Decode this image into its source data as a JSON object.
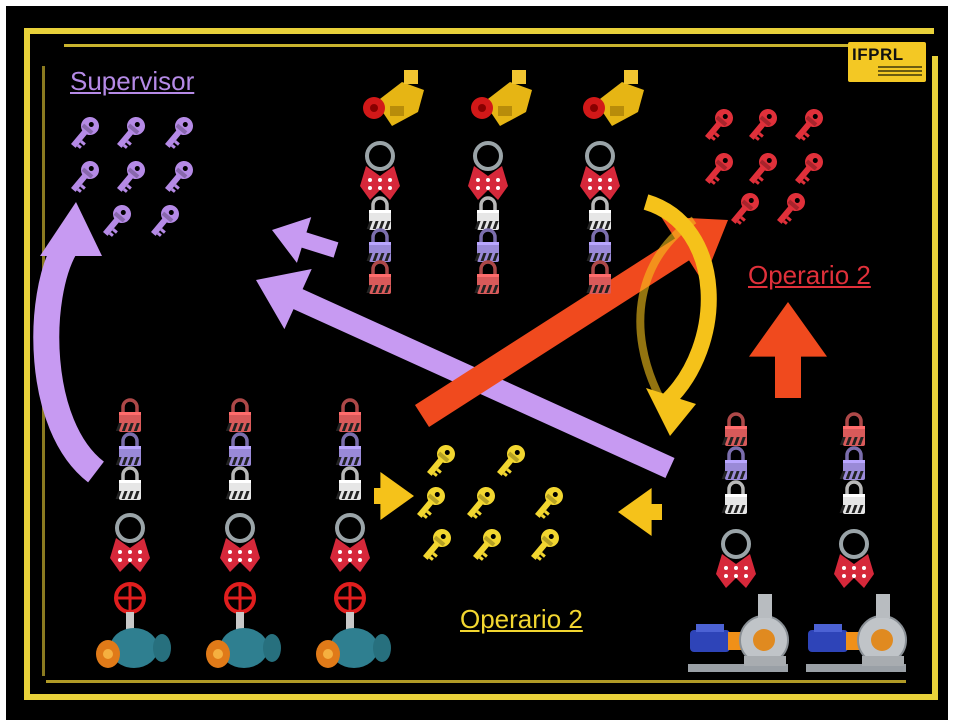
{
  "logo": {
    "text": "IFPRL"
  },
  "labels": {
    "supervisor": "Supervisor",
    "operario_top": "Operario 2",
    "operario_bottom": "Operario 2"
  },
  "colors": {
    "background": "#000000",
    "frame": "#e8d13a",
    "supervisor": "#b58ae6",
    "operario_red": "#e0303a",
    "operario_yellow": "#f2d630",
    "arrow_red": "#f04a1e",
    "arrow_yellow": "#f5c21a",
    "arrow_purple": "#c79af2"
  },
  "icons": {
    "supervisor_keys": "purple-key-icon",
    "operario_red_keys": "red-key-icon",
    "operario_yellow_keys": "yellow-key-icon",
    "padlock": "padlock-icon",
    "hasp": "lockout-hasp-icon",
    "valve": "valve-icon",
    "pump": "pump-icon"
  }
}
